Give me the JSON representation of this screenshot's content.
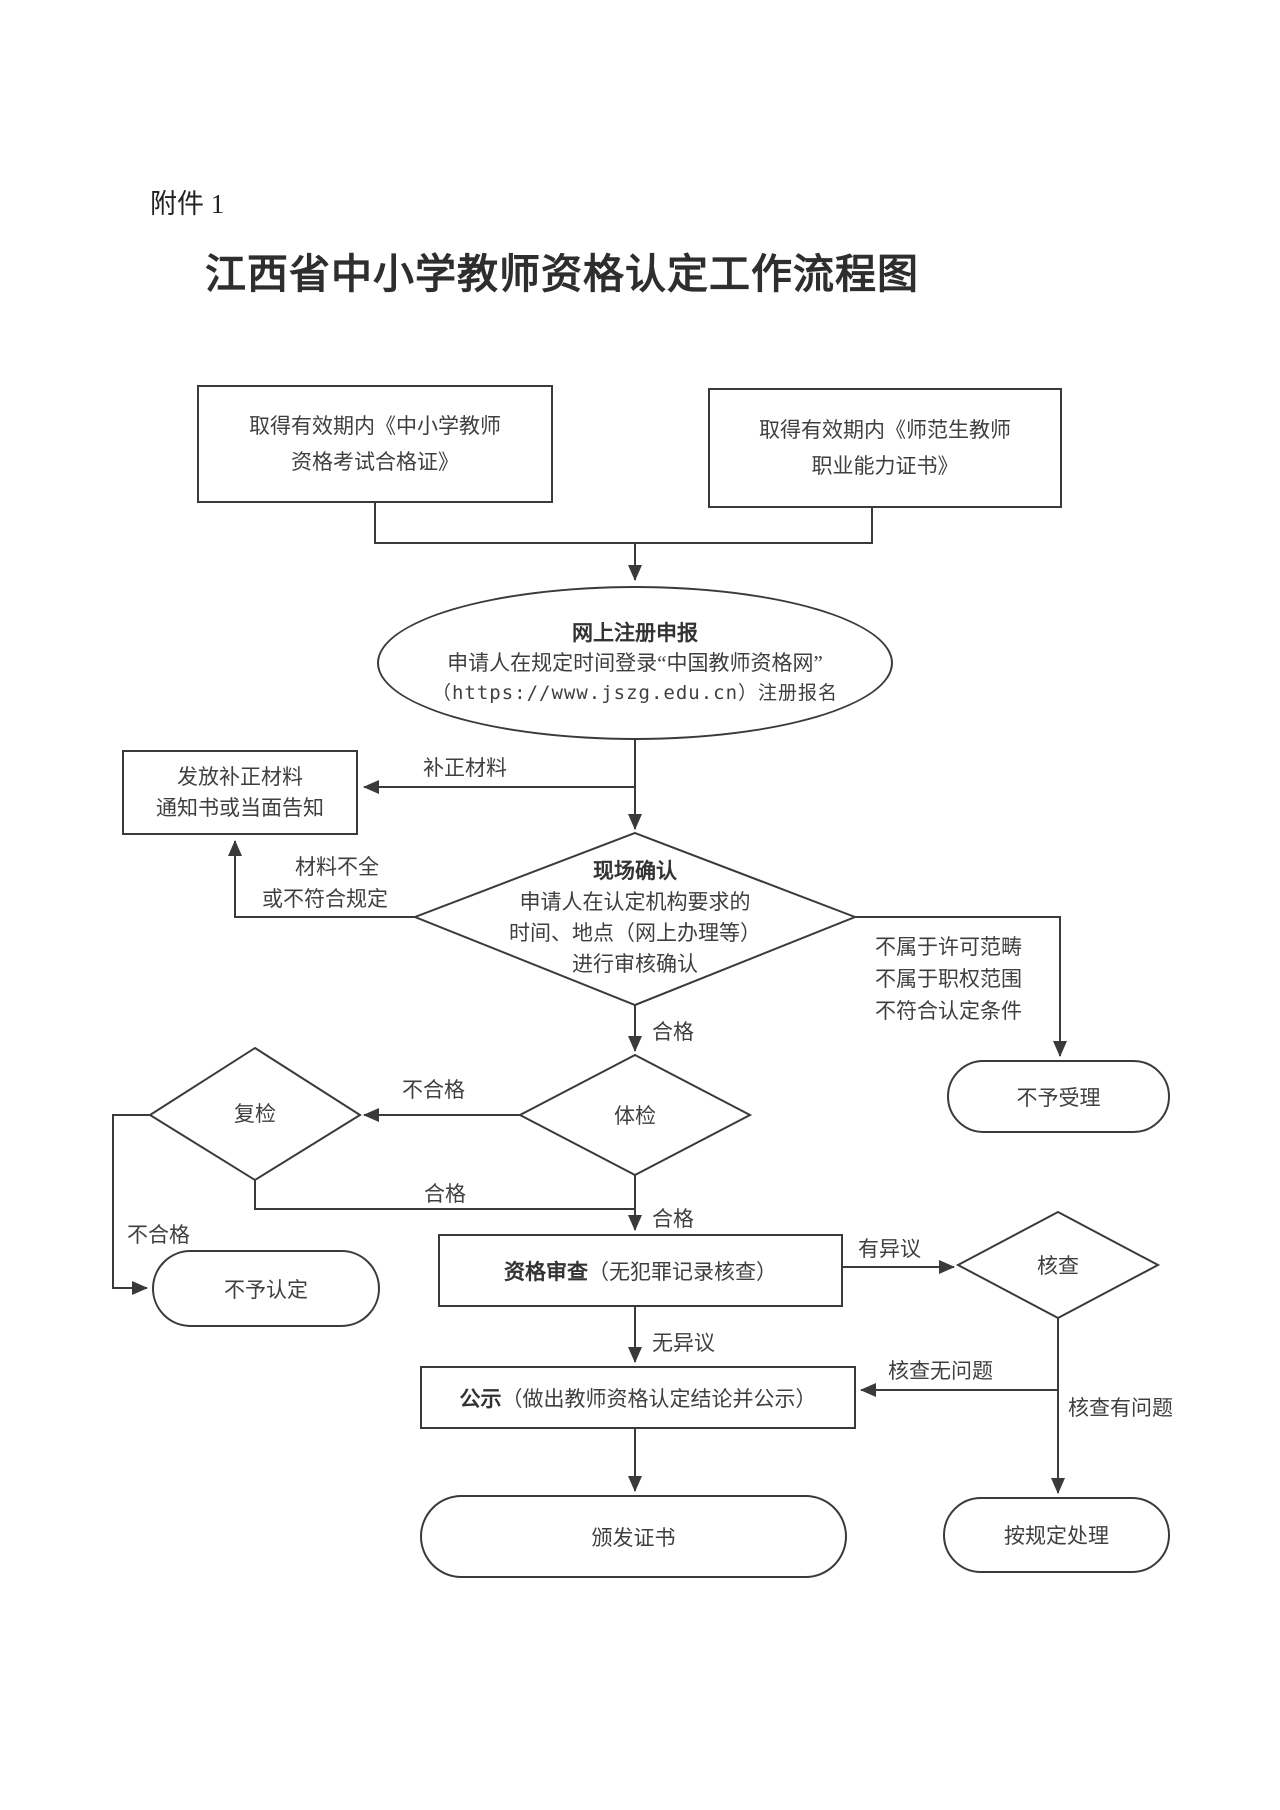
{
  "meta": {
    "attachment": "附件 1",
    "title": "江西省中小学教师资格认定工作流程图"
  },
  "nodes": {
    "exam_cert": {
      "lines": [
        "取得有效期内《中小学教师",
        "资格考试合格证》"
      ]
    },
    "normal_student_cert": {
      "lines": [
        "取得有效期内《师范生教师",
        "职业能力证书》"
      ]
    },
    "online_register": {
      "title": "网上注册申报",
      "desc1": "申请人在规定时间登录“中国教师资格网”",
      "desc2": "（https://www.jszg.edu.cn）注册报名"
    },
    "correction_notice": {
      "lines": [
        "发放补正材料",
        "通知书或当面告知"
      ]
    },
    "onsite_confirm": {
      "title": "现场确认",
      "desc1": "申请人在认定机构要求的",
      "desc2": "时间、地点（网上办理等）",
      "desc3": "进行审核确认"
    },
    "reject_accept": {
      "label": "不予受理"
    },
    "physical_exam": {
      "label": "体检"
    },
    "recheck": {
      "label": "复检"
    },
    "reject_recognition": {
      "label": "不予认定"
    },
    "qualification_review": {
      "title": "资格审查",
      "suffix": "（无犯罪记录核查）"
    },
    "verification": {
      "label": "核查"
    },
    "publicity": {
      "title": "公示",
      "suffix": "（做出教师资格认定结论并公示）"
    },
    "issue_certificate": {
      "label": "颁发证书"
    },
    "handle_per_rules": {
      "label": "按规定处理"
    }
  },
  "edges": {
    "correction_material": "补正材料",
    "material_incomplete_1": "材料不全",
    "material_incomplete_2": "或不符合规定",
    "reject_reason_1": "不属于许可范畴",
    "reject_reason_2": "不属于职权范围",
    "reject_reason_3": "不符合认定条件",
    "confirm_pass": "合格",
    "exam_fail": "不合格",
    "recheck_pass": "合格",
    "recheck_fail": "不合格",
    "exam_pass": "合格",
    "has_objection": "有异议",
    "no_objection": "无异议",
    "verify_no_problem": "核查无问题",
    "verify_has_problem": "核查有问题"
  },
  "colors": {
    "line": "#3a3a3a",
    "text": "#3f3f3f",
    "background": "#ffffff"
  }
}
